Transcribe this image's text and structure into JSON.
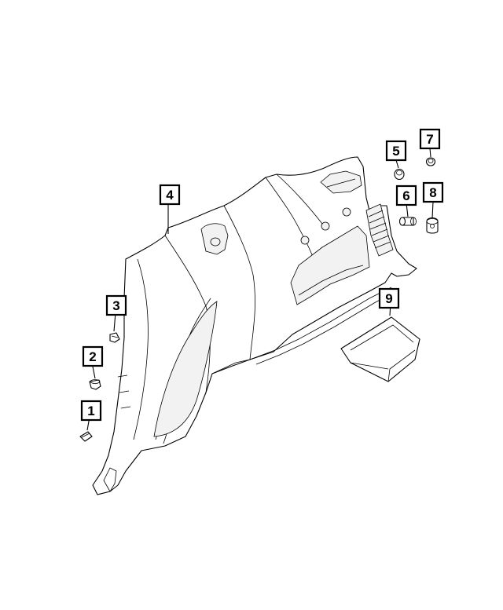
{
  "callouts": [
    {
      "id": "c1",
      "label": "1"
    },
    {
      "id": "c2",
      "label": "2"
    },
    {
      "id": "c3",
      "label": "3"
    },
    {
      "id": "c4",
      "label": "4"
    },
    {
      "id": "c5",
      "label": "5"
    },
    {
      "id": "c6",
      "label": "6"
    },
    {
      "id": "c7",
      "label": "7"
    },
    {
      "id": "c8",
      "label": "8"
    },
    {
      "id": "c9",
      "label": "9"
    }
  ],
  "colors": {
    "line": "#000000",
    "background": "#ffffff"
  }
}
